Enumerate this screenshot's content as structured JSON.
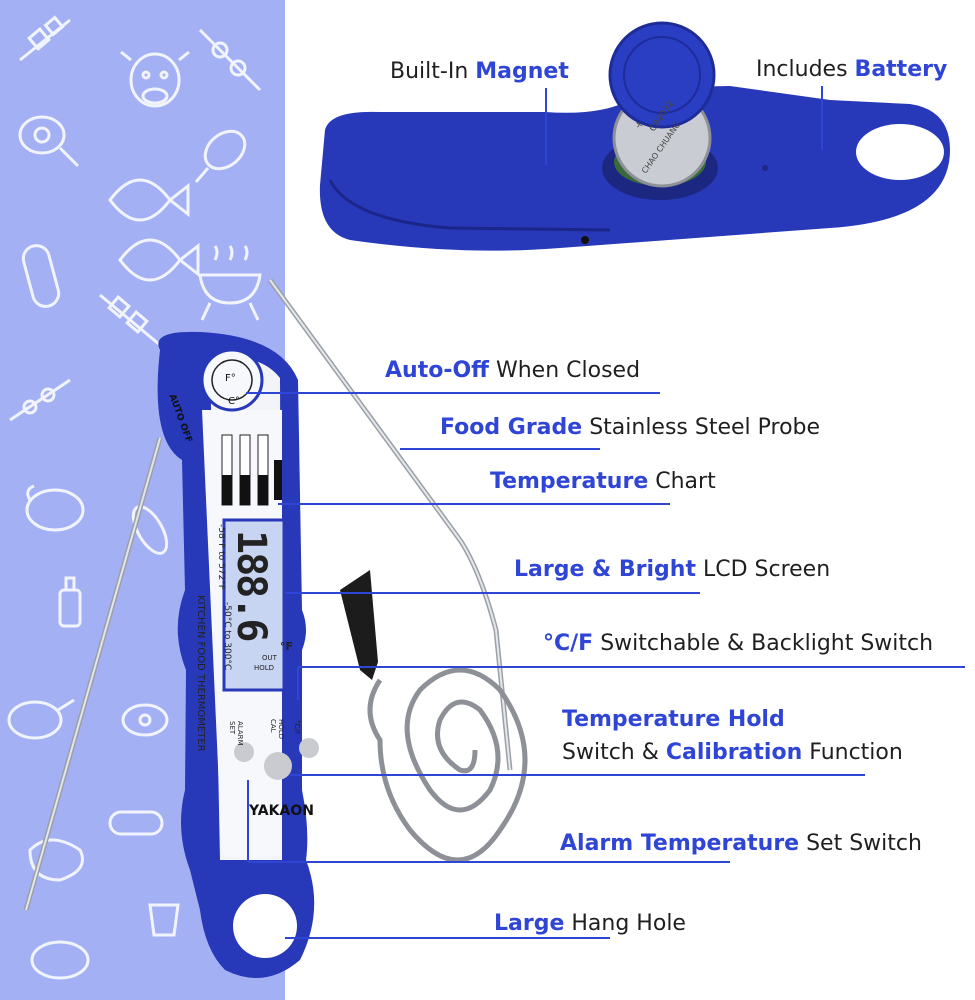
{
  "colors": {
    "accent": "#2f45d6",
    "device_blue": "#2738b8",
    "panel_bg": "#a4b0f4"
  },
  "labels": {
    "magnet": {
      "strong": "Magnet",
      "pre": "Built-In "
    },
    "battery": {
      "pre": "Includes ",
      "strong": "Battery"
    },
    "auto_off": {
      "strong": "Auto-Off",
      "post": " When Closed"
    },
    "food_grade": {
      "strong": "Food Grade",
      "post": " Stainless Steel Probe"
    },
    "temp_chart": {
      "strong": "Temperature",
      "post": " Chart"
    },
    "lcd": {
      "strong": "Large & Bright",
      "post": " LCD Screen"
    },
    "cf_switch": {
      "strong": "°C/F",
      "post": " Switchable & Backlight Switch"
    },
    "hold": {
      "strong": "Temperature Hold",
      "line2_pre": "Switch & ",
      "line2_strong": "Calibration",
      "line2_post": " Function"
    },
    "alarm": {
      "strong": "Alarm Temperature",
      "post": " Set Switch"
    },
    "hang": {
      "strong": "Large",
      "post": " Hang Hole"
    }
  },
  "device": {
    "brand": "YAKAON",
    "product": "KITCHEN FOOD THERMOMETER",
    "auto_off": "AUTO OFF",
    "unit_f": "F°",
    "unit_c": "C°",
    "lcd_digits": "188.6",
    "lcd_unit": "°F",
    "lcd_out": "OUT",
    "lcd_hold": "HOLD",
    "range_f": "-58°F to 572°F",
    "range_c": "-50°C to 300°C",
    "btn_alarm": "ALARM",
    "btn_set": "SET",
    "btn_hold": "HOLD",
    "btn_cal": "CAL",
    "btn_cf": "°C/F",
    "battery_text": "CR2032",
    "battery_maker": "CHAO CHUANG"
  }
}
